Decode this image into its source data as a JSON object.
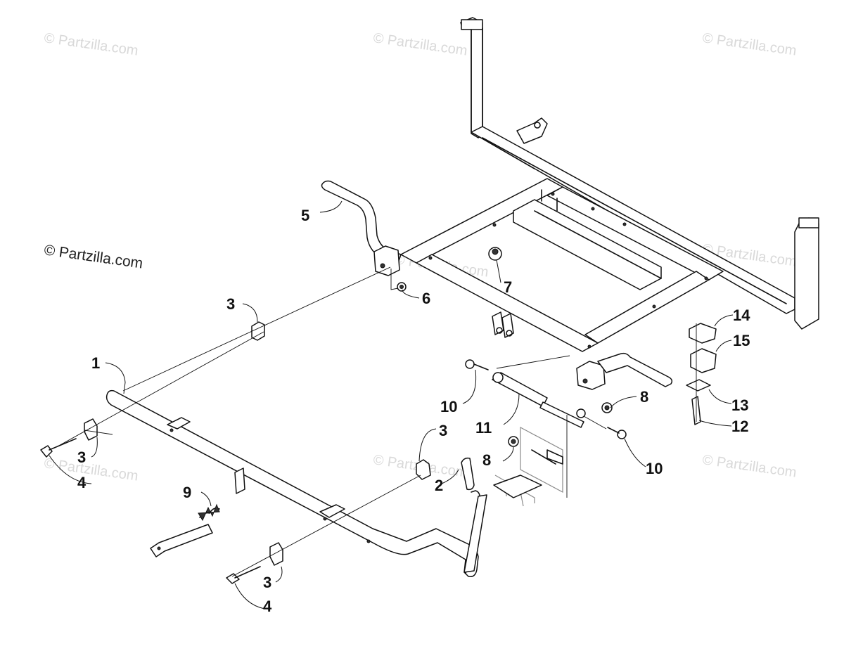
{
  "watermarks": [
    "© Partzilla.com",
    "© Partzilla.com",
    "© Partzilla.com",
    "© Partzilla.com",
    "© Partzilla.com",
    "© Partzilla.com",
    "© Partzilla.com",
    "© Partzilla.com"
  ],
  "main_watermark": "© Partzilla.com",
  "callouts": [
    "1",
    "2",
    "3",
    "3",
    "3",
    "3",
    "4",
    "4",
    "5",
    "6",
    "7",
    "8",
    "8",
    "9",
    "10",
    "10",
    "11",
    "12",
    "13",
    "14",
    "15"
  ]
}
